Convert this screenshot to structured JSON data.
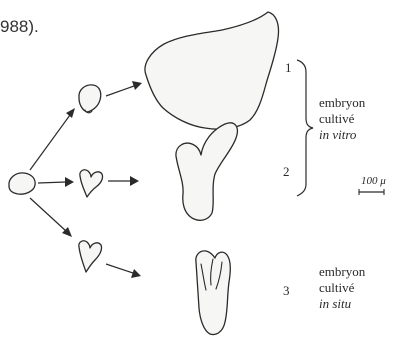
{
  "citation": "988).",
  "stage_numbers": [
    "1",
    "2",
    "3"
  ],
  "label_in_vitro": {
    "line1": "embryon",
    "line2": "cultivé",
    "line3": "in vitro"
  },
  "label_in_situ": {
    "line1": "embryon",
    "line2": "cultivé",
    "line3": "in situ"
  },
  "scale_bar": "100 μ"
}
